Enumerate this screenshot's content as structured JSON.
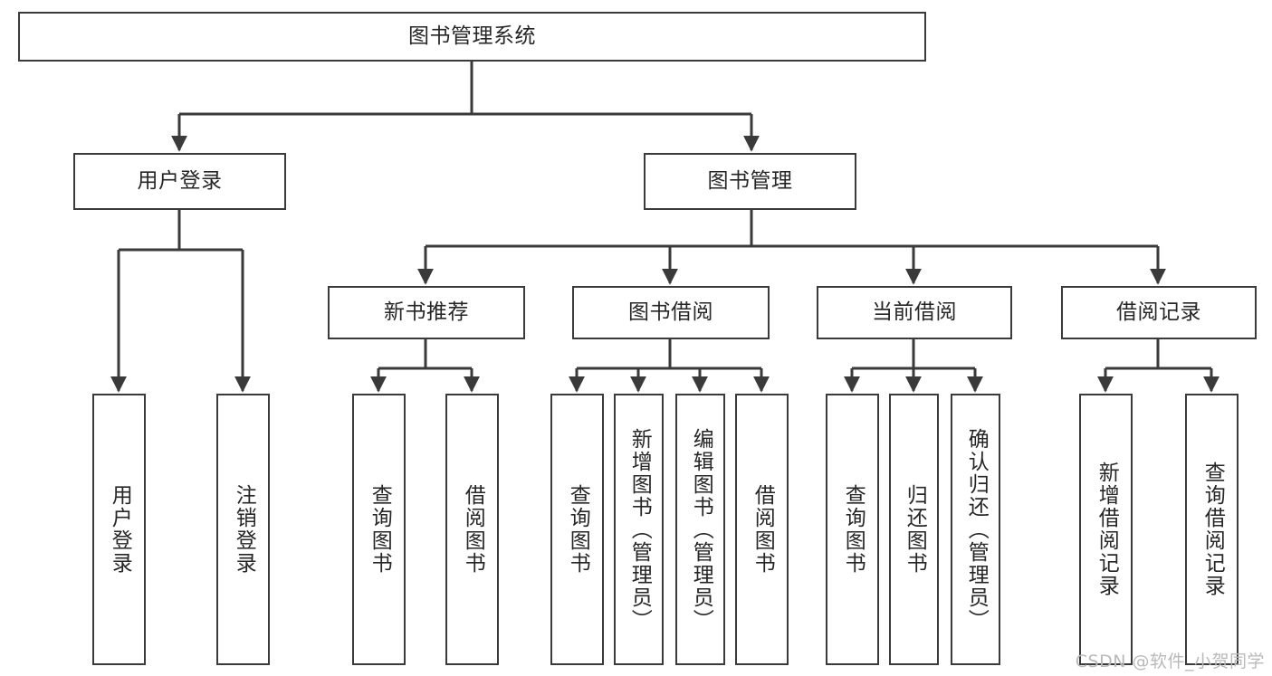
{
  "diagram": {
    "title_node": {
      "label": "图书管理系统"
    },
    "level1": [
      {
        "label": "用户登录"
      },
      {
        "label": "图书管理"
      }
    ],
    "level2": [
      {
        "label": "新书推荐"
      },
      {
        "label": "图书借阅"
      },
      {
        "label": "当前借阅"
      },
      {
        "label": "借阅记录"
      }
    ],
    "leaves": [
      {
        "label": "用户登录"
      },
      {
        "label": "注销登录"
      },
      {
        "label": "查询图书"
      },
      {
        "label": "借阅图书"
      },
      {
        "label": "查询图书"
      },
      {
        "label": "新增图书（管理员）"
      },
      {
        "label": "编辑图书（管理员）"
      },
      {
        "label": "借阅图书"
      },
      {
        "label": "查询图书"
      },
      {
        "label": "归还图书"
      },
      {
        "label": "确认归还（管理员）"
      },
      {
        "label": "新增借阅记录"
      },
      {
        "label": "查询借阅记录"
      }
    ],
    "watermark": "CSDN @软件_小贺同学",
    "colors": {
      "border": "#3a3a3a",
      "text": "#262626",
      "background": "#ffffff",
      "watermark": "#b9b9b9"
    }
  }
}
